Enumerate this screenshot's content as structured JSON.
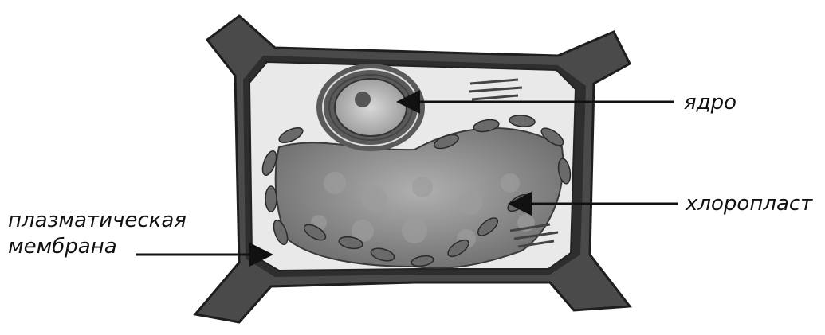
{
  "labels": {
    "nucleus": "ядро",
    "chloroplast": "хлоропласт",
    "membrane_line1": "плазматическая",
    "membrane_line2": "мембрана"
  },
  "colors": {
    "wall": "#3c3c3c",
    "cytoplasm": "#e9e9e9",
    "vacuole": "#8f8f8f",
    "chloroplast": "#6a6a6a",
    "text": "#111111"
  }
}
